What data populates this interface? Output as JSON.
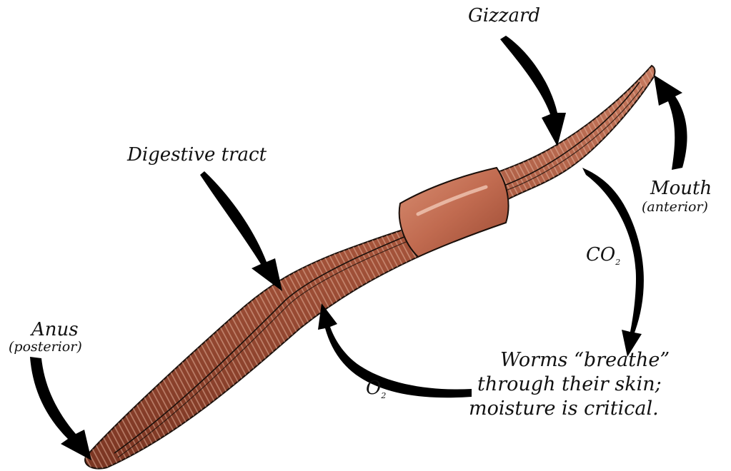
{
  "labels": {
    "gizzard": "Gizzard",
    "digestive_tract": "Digestive tract",
    "mouth": "Mouth",
    "mouth_sub": "(anterior)",
    "anus": "Anus",
    "anus_sub": "(posterior)",
    "co2_main": "CO",
    "co2_sub": "2",
    "o2_main": "O",
    "o2_sub": "2",
    "note": [
      "Worms “breathe”",
      "through their skin;",
      "moisture is critical."
    ]
  },
  "colors": {
    "worm_body": "#a4533a",
    "worm_dark": "#6e2e1d",
    "worm_light": "#d4927a",
    "clitellum": "#c16b50",
    "outline": "#1a0f0a",
    "arrow": "#000000"
  }
}
